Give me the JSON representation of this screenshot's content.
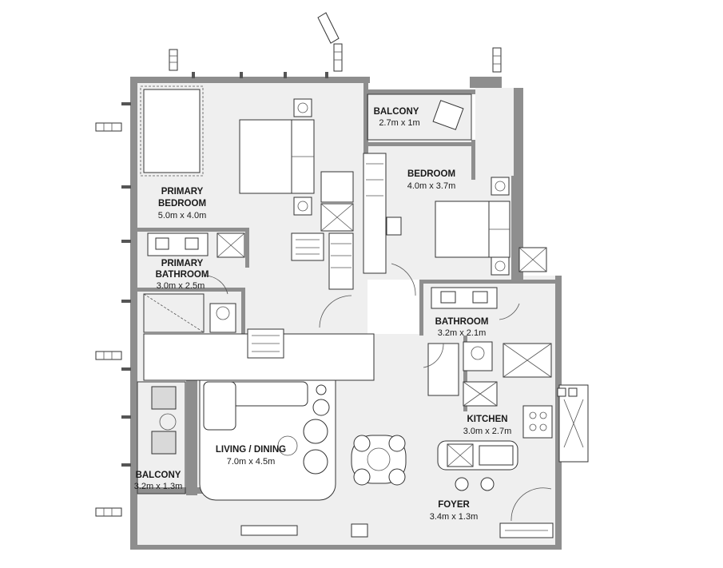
{
  "rooms": {
    "primary_bedroom": {
      "name_line1": "PRIMARY",
      "name_line2": "BEDROOM",
      "dims": "5.0m x 4.0m"
    },
    "bedroom": {
      "name": "BEDROOM",
      "dims": "4.0m x 3.7m"
    },
    "balcony_top": {
      "name": "BALCONY",
      "dims": "2.7m x 1m"
    },
    "primary_bathroom": {
      "name_line1": "PRIMARY",
      "name_line2": "BATHROOM",
      "dims": "3.0m x 2.5m"
    },
    "bathroom": {
      "name": "BATHROOM",
      "dims": "3.2m x 2.1m"
    },
    "kitchen": {
      "name": "KITCHEN",
      "dims": "3.0m x 2.7m"
    },
    "living_dining": {
      "name": "LIVING / DINING",
      "dims": "7.0m x 4.5m"
    },
    "balcony_left": {
      "name": "BALCONY",
      "dims": "3.2m x 1.3m"
    },
    "foyer": {
      "name": "FOYER",
      "dims": "3.4m x 1.3m"
    }
  }
}
